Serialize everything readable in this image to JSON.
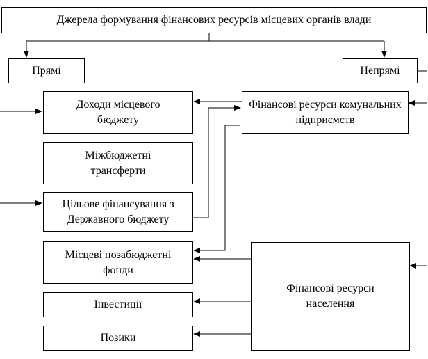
{
  "diagram": {
    "title": "Джерела формування фінансових ресурсів місцевих органів влади",
    "direct": "Прямі",
    "indirect": "Непрямі",
    "local_budget_revenue": "Доходи місцевого бюджету",
    "intergovernmental_transfers": "Міжбюджетні трансферти",
    "targeted_state_funding": "Цільове фінансування з Державного бюджету",
    "local_extrabudgetary_funds": "Місцеві позабюджетні фонди",
    "investments": "Інвестиції",
    "loans": "Позики",
    "municipal_enterprises_resources": "Фінансові ресурси комунальних підприємств",
    "population_resources": "Фінансові ресурси населення"
  }
}
